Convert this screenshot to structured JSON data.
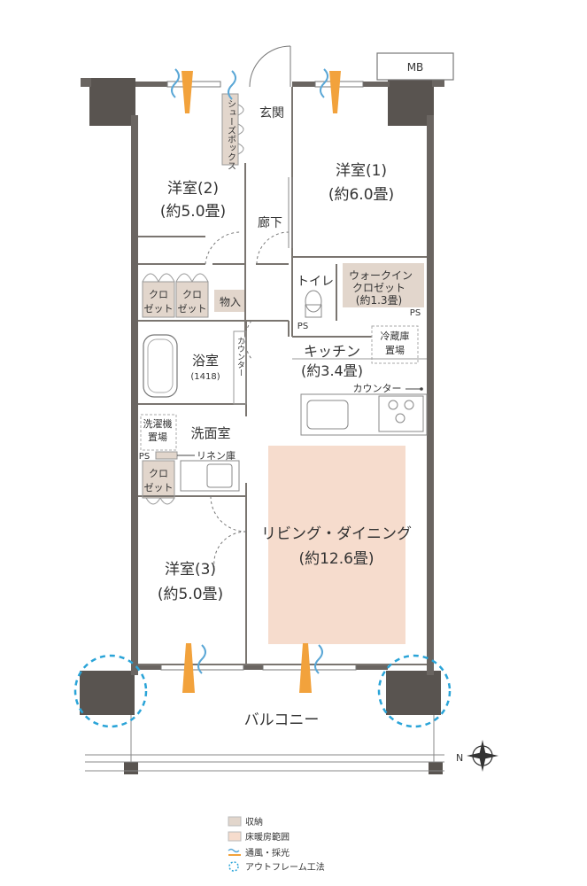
{
  "rooms": {
    "western2": {
      "name": "洋室(2)",
      "size": "(約5.0畳)"
    },
    "western1": {
      "name": "洋室(1)",
      "size": "(約6.0畳)"
    },
    "western3": {
      "name": "洋室(3)",
      "size": "(約5.0畳)"
    },
    "kitchen": {
      "name": "キッチン",
      "size": "(約3.4畳)"
    },
    "living": {
      "name": "リビング・ダイニング",
      "size": "(約12.6畳)"
    },
    "bath": {
      "name": "浴室",
      "size": "(1418)"
    },
    "washroom": "洗面室",
    "entrance": "玄関",
    "corridor": "廊下",
    "toilet": "トイレ",
    "wic_line1": "ウォークイン",
    "wic_line2": "クロゼット",
    "wic_size": "(約1.3畳)",
    "balcony": "バルコニー"
  },
  "labels": {
    "mb": "MB",
    "shoebox": "シューズボックス",
    "closet_line1": "クロ",
    "closet_line2": "ゼット",
    "storage": "物入",
    "counter_vertical": "カウンター",
    "counter_kitchen": "カウンター",
    "fridge_line1": "冷蔵庫",
    "fridge_line2": "置場",
    "washer_line1": "洗濯機",
    "washer_line2": "置場",
    "ps": "PS",
    "linen": "リネン庫"
  },
  "legend": [
    {
      "label": "収納",
      "color": "#e2d6cc"
    },
    {
      "label": "床暖房範囲",
      "color": "#f6dccd"
    },
    {
      "label": "通風・採光",
      "color": "#f2a23c"
    },
    {
      "label": "アウトフレーム工法",
      "color": "#2aa4d8"
    }
  ],
  "colors": {
    "wall": "#595450",
    "storage": "#e2d6cc",
    "floor_heating": "#f6dccd",
    "vent": "#f2a23c",
    "vent_blue": "#5aa7d6",
    "outframe": "#2aa4d8"
  },
  "icons": {
    "compass": "compass-icon"
  }
}
